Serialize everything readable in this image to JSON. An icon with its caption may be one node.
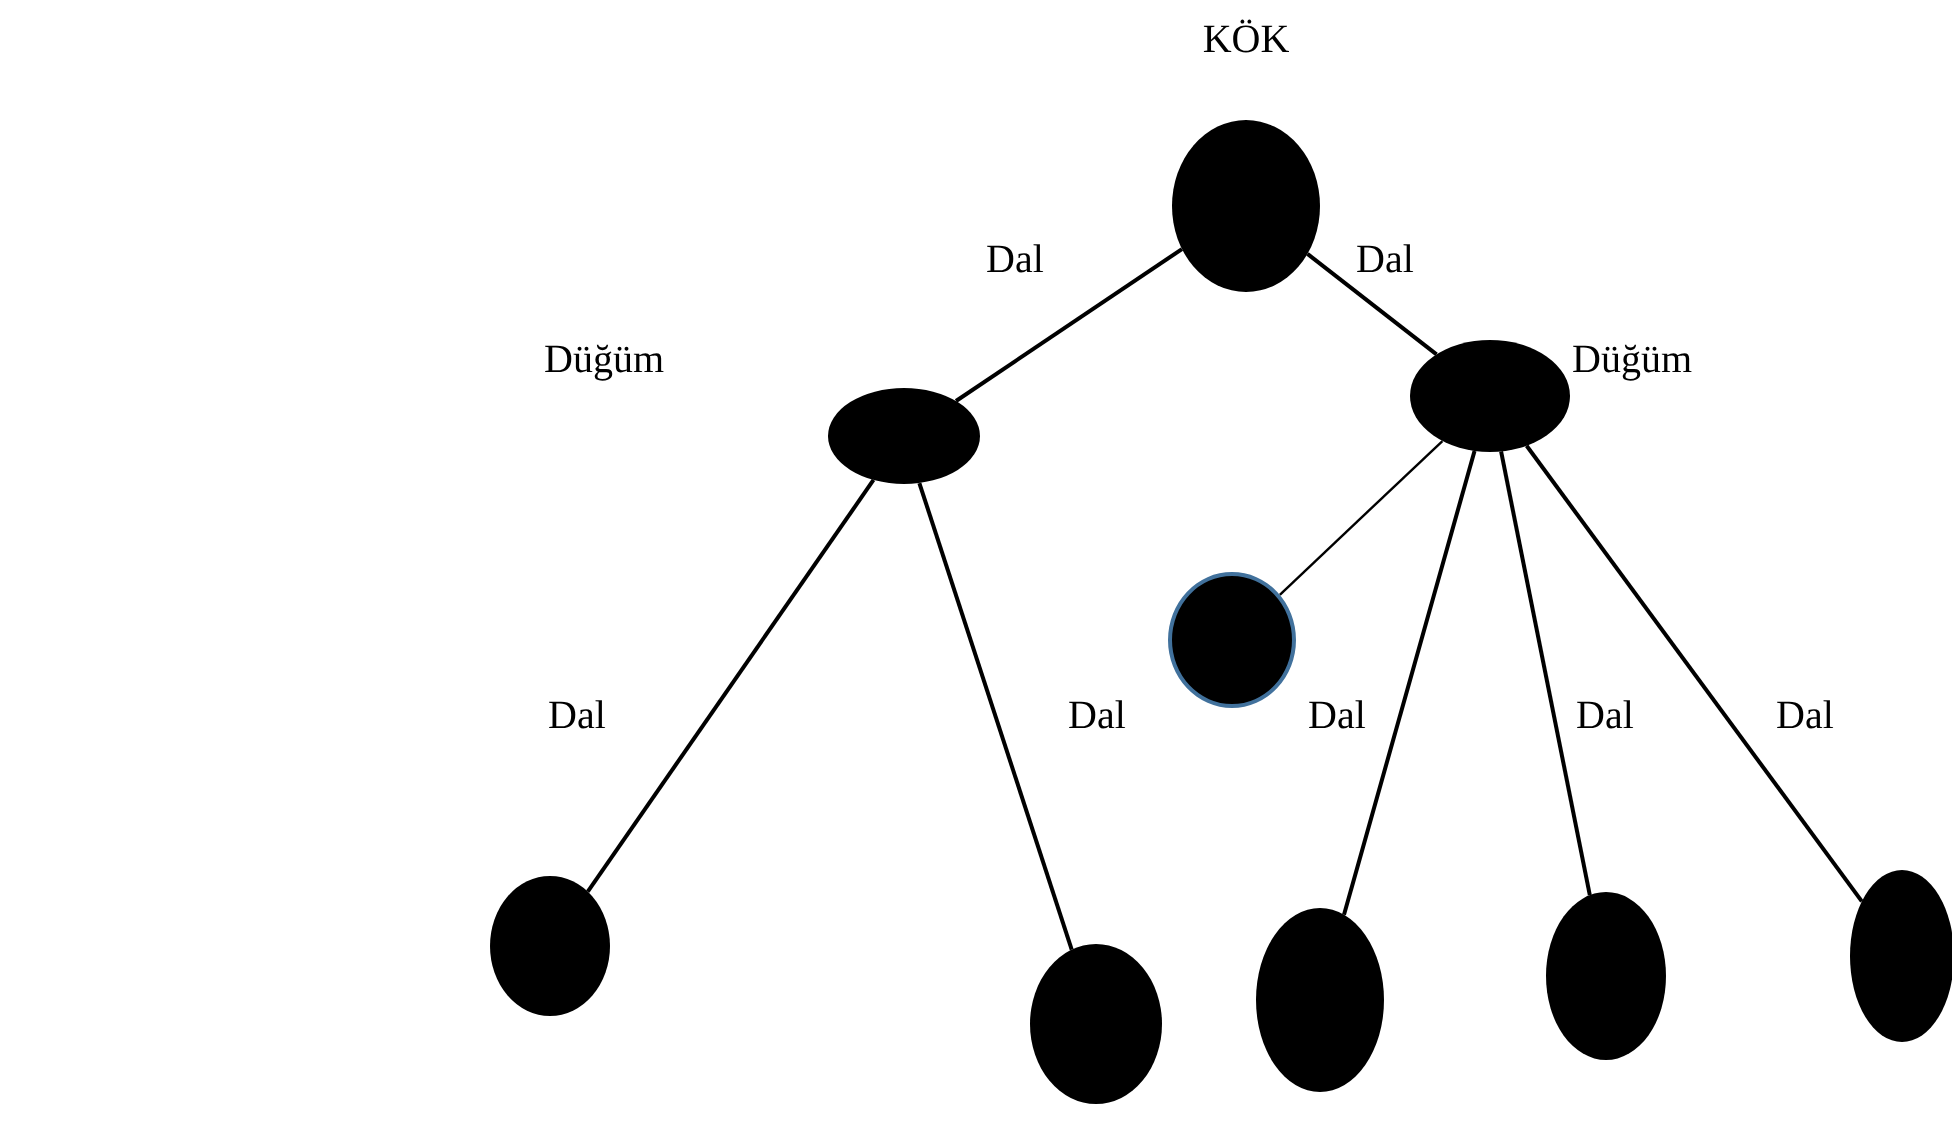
{
  "diagram": {
    "nodes": [
      {
        "text": [
          "KÖK"
        ]
      },
      {
        "text": [],
        "shape": "circle"
      },
      {
        "text": [],
        "shape": "circle"
      },
      {
        "text": [],
        "shape": "circle"
      },
      {
        "text": [],
        "shape": "circle"
      },
      {
        "text": [],
        "shape": "circle"
      },
      {
        "text": [],
        "shape": "circle"
      },
      {
        "text": [],
        "shape": "circle"
      },
      {
        "text": [],
        "shape": "circle"
      }
    ],
    "edges": [
      {
        "from": 0,
        "to": 1,
        "arrow": "none",
        "label": "Dal"
      },
      {
        "from": 0,
        "to": 2,
        "arrow": "none",
        "label": "Dal"
      },
      {
        "from": 1,
        "to": 4,
        "arrow": "none",
        "label": "Dal"
      },
      {
        "from": 1,
        "to": 5,
        "arrow": "none",
        "label": "Dal"
      },
      {
        "from": 2,
        "to": 3,
        "arrow": "none"
      },
      {
        "from": 2,
        "to": 6,
        "arrow": "none",
        "label": "Dal"
      },
      {
        "from": 2,
        "to": 7,
        "arrow": "none",
        "label": "Dal"
      },
      {
        "from": 2,
        "to": 8,
        "arrow": "none",
        "label": "Dal"
      }
    ],
    "labels": [
      "Düğüm",
      "Düğüm"
    ]
  }
}
